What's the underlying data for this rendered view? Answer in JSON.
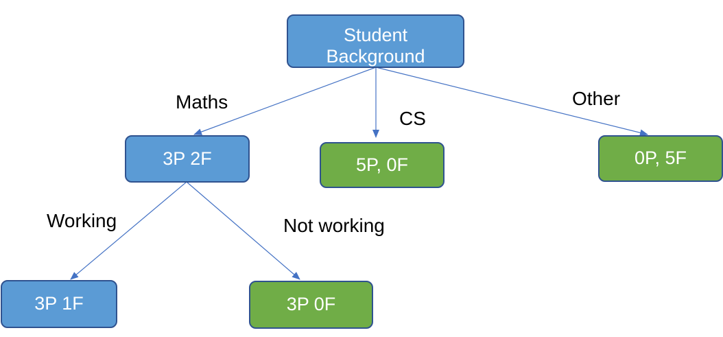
{
  "nodes": {
    "root": {
      "text": "Student Background",
      "line1": "Student",
      "line2": "Background",
      "color": "#5b9bd5"
    },
    "maths": {
      "text": "3P 2F",
      "color": "#5b9bd5"
    },
    "cs": {
      "text": "5P, 0F",
      "color": "#70ad47"
    },
    "other": {
      "text": "0P, 5F",
      "color": "#70ad47"
    },
    "working": {
      "text": "3P 1F",
      "color": "#5b9bd5"
    },
    "not_working": {
      "text": "3P 0F",
      "color": "#70ad47"
    }
  },
  "edges": {
    "maths": "Maths",
    "cs": "CS",
    "other": "Other",
    "working": "Working",
    "not_working": "Not working"
  },
  "colors": {
    "edge": "#4472c4",
    "border": "#2f528f"
  }
}
